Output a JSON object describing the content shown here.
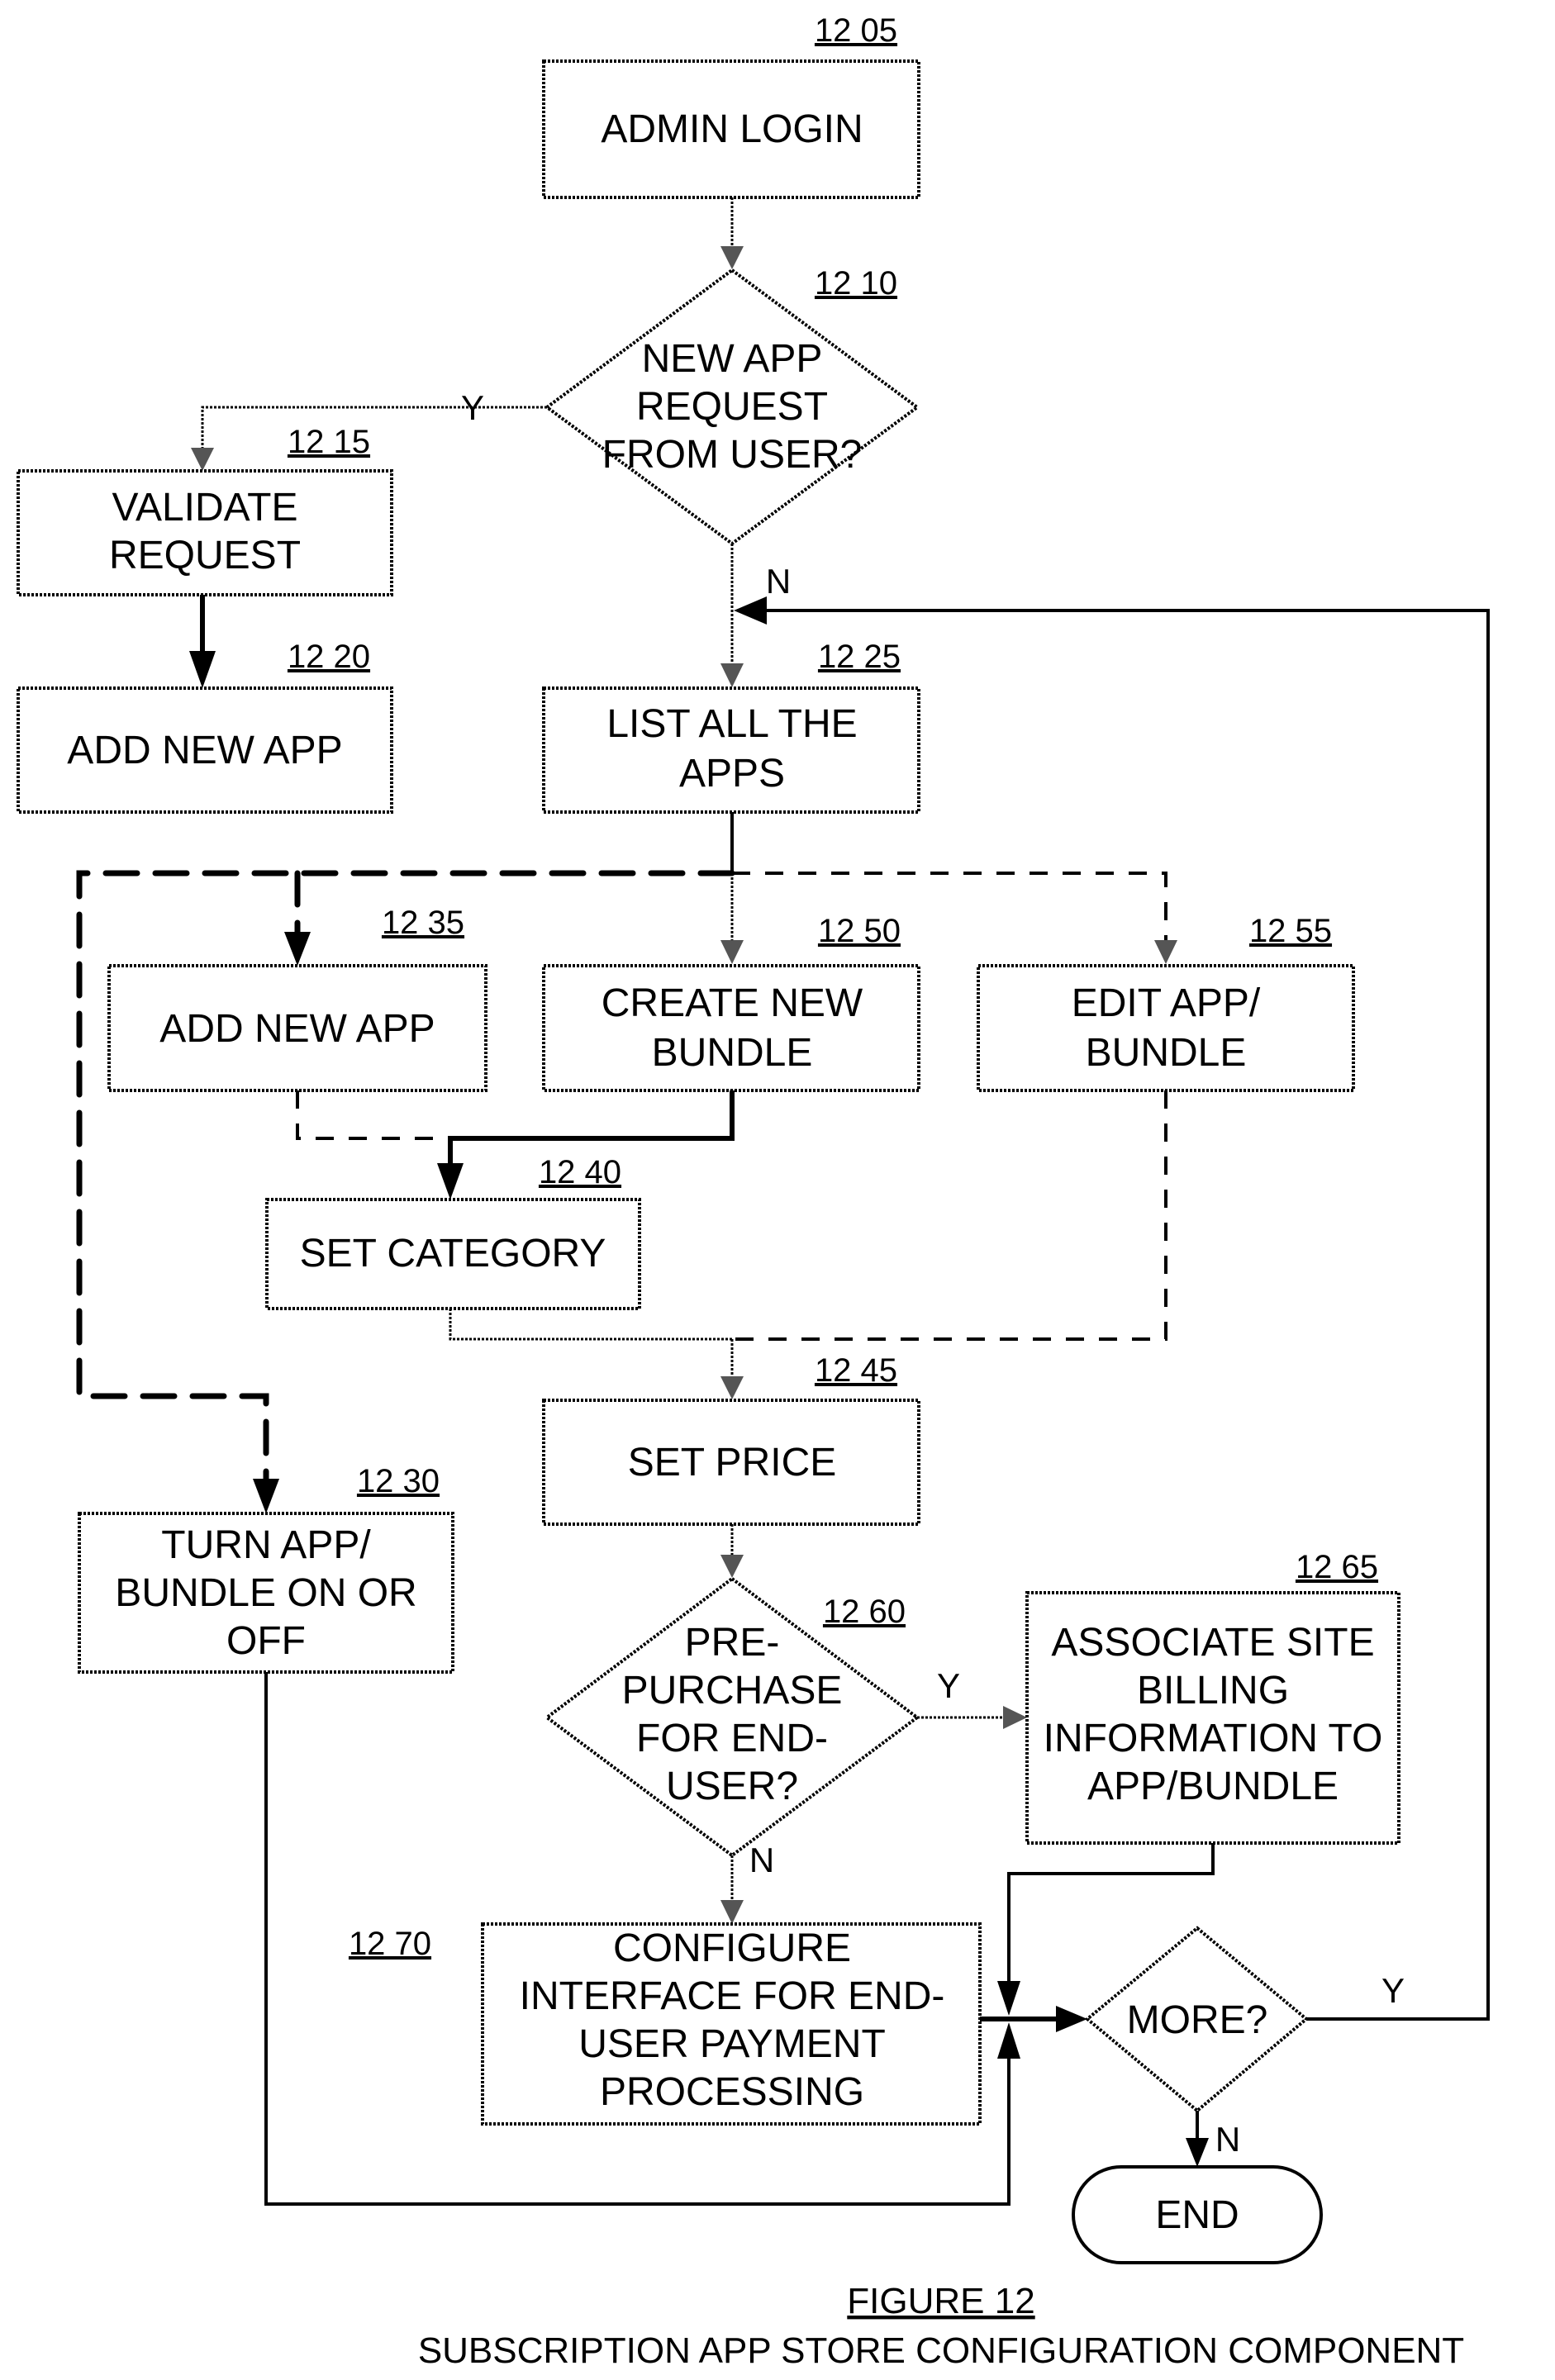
{
  "figure": {
    "label": "FIGURE 12",
    "caption": "SUBSCRIPTION APP STORE CONFIGURATION COMPONENT"
  },
  "nodes": {
    "admin_login": {
      "ref": "12 05",
      "lines": [
        "ADMIN LOGIN"
      ]
    },
    "new_app_req": {
      "ref": "12 10",
      "lines": [
        "NEW APP",
        "REQUEST",
        "FROM USER?"
      ]
    },
    "validate": {
      "ref": "12 15",
      "lines": [
        "VALIDATE",
        "REQUEST"
      ]
    },
    "add_new_app_a": {
      "ref": "12 20",
      "lines": [
        "ADD NEW APP"
      ]
    },
    "list_apps": {
      "ref": "12 25",
      "lines": [
        "LIST ALL THE",
        "APPS"
      ]
    },
    "turn_on_off": {
      "ref": "12 30",
      "lines": [
        "TURN APP/",
        "BUNDLE ON OR",
        "OFF"
      ]
    },
    "add_new_app_b": {
      "ref": "12 35",
      "lines": [
        "ADD NEW APP"
      ]
    },
    "set_category": {
      "ref": "12 40",
      "lines": [
        "SET CATEGORY"
      ]
    },
    "set_price": {
      "ref": "12 45",
      "lines": [
        "SET PRICE"
      ]
    },
    "create_bundle": {
      "ref": "12 50",
      "lines": [
        "CREATE NEW",
        "BUNDLE"
      ]
    },
    "edit_bundle": {
      "ref": "12 55",
      "lines": [
        "EDIT APP/",
        "BUNDLE"
      ]
    },
    "prepurchase": {
      "ref": "12 60",
      "lines": [
        "PRE-",
        "PURCHASE",
        "FOR END-",
        "USER?"
      ]
    },
    "associate": {
      "ref": "12 65",
      "lines": [
        "ASSOCIATE SITE",
        "BILLING",
        "INFORMATION TO",
        "APP/BUNDLE"
      ]
    },
    "configure": {
      "ref": "12 70",
      "lines": [
        "CONFIGURE",
        "INTERFACE FOR END-",
        "USER PAYMENT",
        "PROCESSING"
      ]
    },
    "more": {
      "lines": [
        "MORE?"
      ]
    },
    "end": {
      "lines": [
        "END"
      ]
    }
  },
  "edge_labels": {
    "new_app_yes": "Y",
    "new_app_no": "N",
    "prepurchase_yes": "Y",
    "prepurchase_no": "N",
    "more_yes": "Y",
    "more_no": "N"
  }
}
